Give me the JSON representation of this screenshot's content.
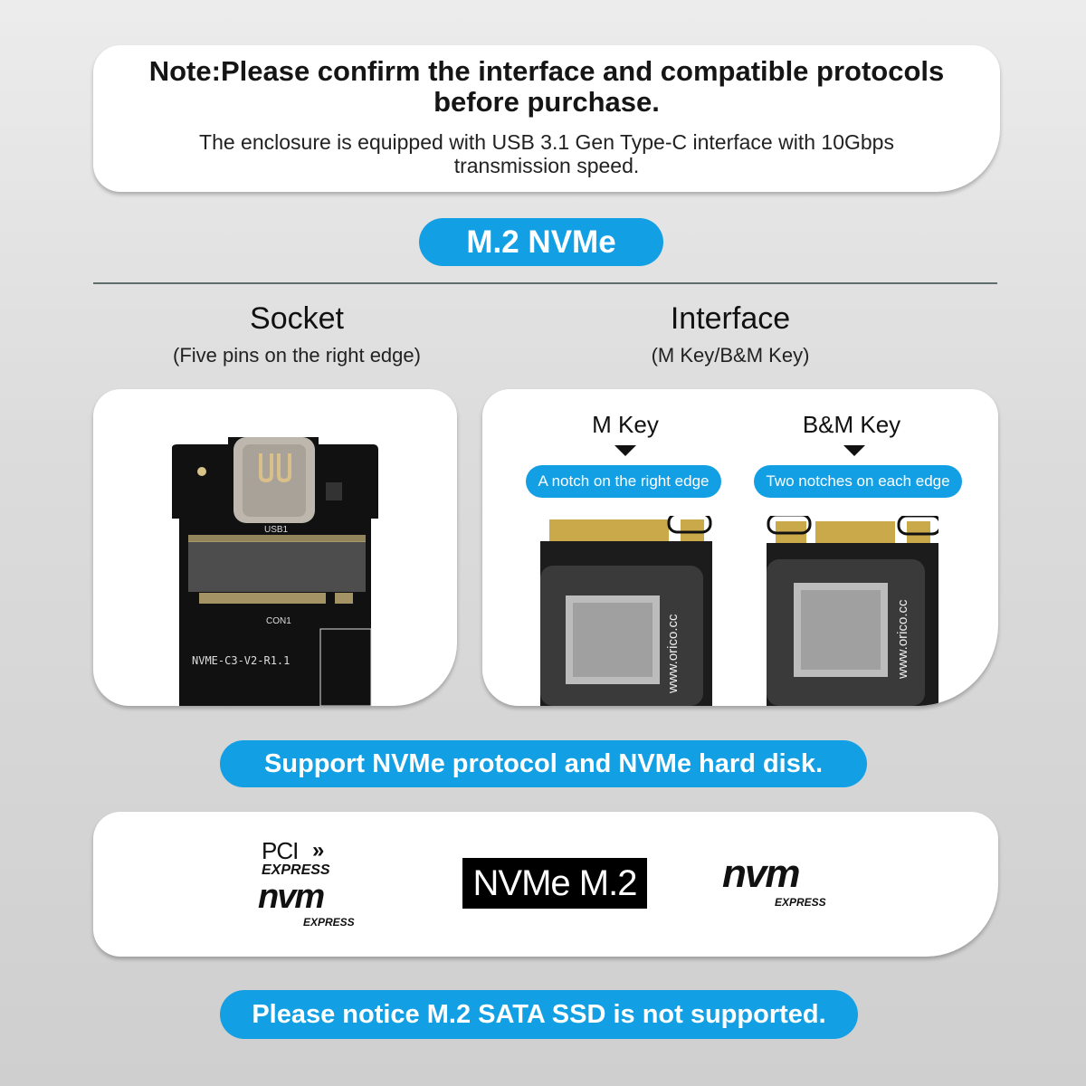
{
  "note": {
    "title": "Note:Please confirm the interface and compatible protocols before purchase.",
    "body": "The enclosure is equipped with USB 3.1 Gen Type-C interface with 10Gbps transmission speed."
  },
  "section_badge": "M.2 NVMe",
  "socket": {
    "title": "Socket",
    "subtitle": "(Five pins on the right edge)",
    "pcb_labels": {
      "model": "NVME-C3-V2-R1.1",
      "usb": "USB1",
      "con": "CON1"
    }
  },
  "interface": {
    "title": "Interface",
    "subtitle": "(M Key/B&M Key)",
    "keys": [
      {
        "label": "M Key",
        "desc": "A notch on the right edge",
        "site": "www.orico.cc"
      },
      {
        "label": "B&M Key",
        "desc": "Two notches on each edge",
        "site": "www.orico.cc"
      }
    ]
  },
  "support_banner": "Support NVMe protocol and NVMe hard disk.",
  "logos": {
    "pci": "PCI",
    "express": "EXPRESS",
    "nvm": "nvm",
    "nvm_express": "EXPRESS",
    "nvme_m2": "NVMe M.2"
  },
  "warning_banner": "Please notice M.2 SATA SSD is not supported.",
  "colors": {
    "accent": "#139fe3",
    "text": "#111111"
  }
}
